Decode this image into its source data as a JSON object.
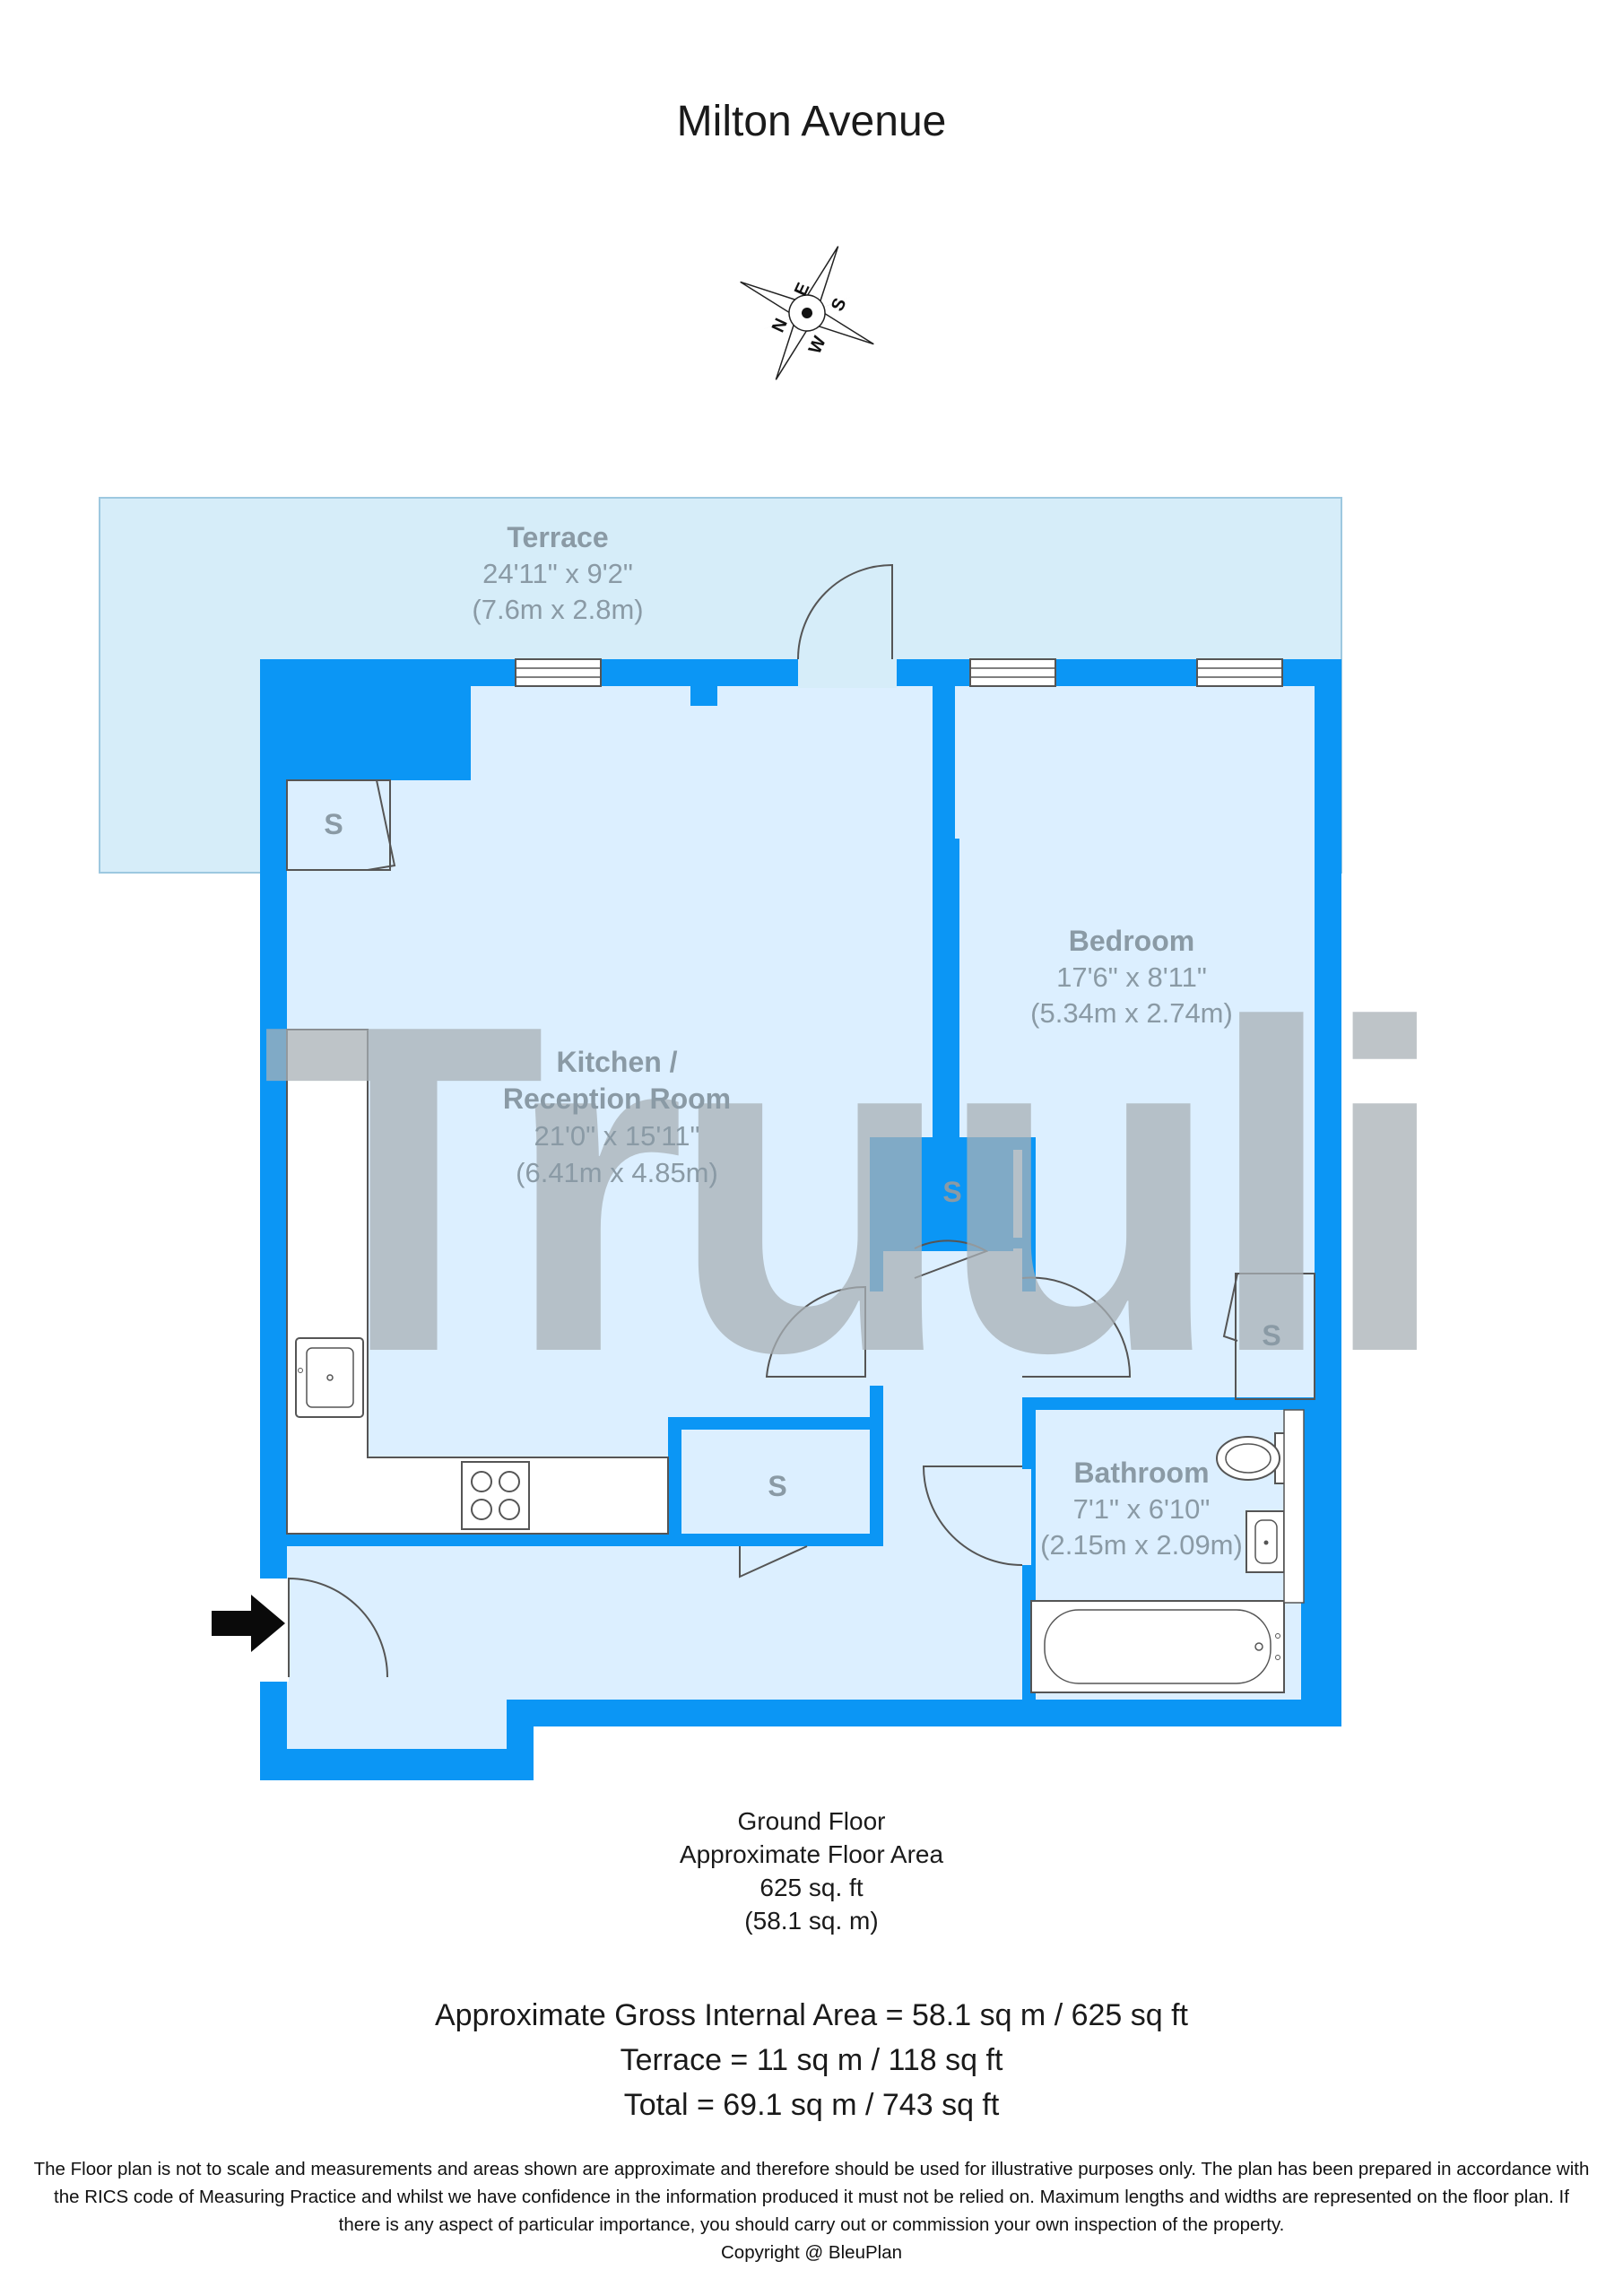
{
  "title": "Milton Avenue",
  "compass": {
    "letters": [
      "N",
      "E",
      "S",
      "W"
    ],
    "icon": "compass-rose-icon"
  },
  "watermark": {
    "text": "Truuli",
    "color": "#a8b0b6"
  },
  "colors": {
    "wall": "#0b96f5",
    "room_fill": "#dcefff",
    "terrace_fill": "#d6edf9",
    "label": "#8a9aa5"
  },
  "rooms": {
    "terrace": {
      "name": "Terrace",
      "imperial": "24'11\" x 9'2\"",
      "metric": "(7.6m x 2.8m)"
    },
    "kitchen": {
      "name_line1": "Kitchen /",
      "name_line2": "Reception Room",
      "imperial": "21'0\" x 15'11\"",
      "metric": "(6.41m x 4.85m)"
    },
    "bedroom": {
      "name": "Bedroom",
      "imperial": "17'6\" x 8'11\"",
      "metric": "(5.34m x 2.74m)"
    },
    "bathroom": {
      "name": "Bathroom",
      "imperial": "7'1\" x 6'10\"",
      "metric": "(2.15m x 2.09m)"
    }
  },
  "storage_label": "S",
  "floor": {
    "name": "Ground Floor",
    "area_label": "Approximate Floor Area",
    "sq_ft": "625 sq. ft",
    "sq_m": "(58.1 sq. m)"
  },
  "areas": {
    "gross": "Approximate Gross Internal Area = 58.1 sq m / 625 sq ft",
    "terrace": "Terrace = 11 sq m / 118 sq ft",
    "total": "Total = 69.1 sq m / 743 sq ft"
  },
  "disclaimer": {
    "line1": "The Floor plan is not to scale and measurements and areas shown are approximate and therefore should be used for illustrative purposes only. The plan has been prepared in accordance with",
    "line2": "the RICS code of Measuring Practice and whilst we have confidence in the information produced it must not be relied on. Maximum lengths and widths are represented on the floor plan. If",
    "line3": "there is any aspect of particular importance, you should carry out or commission your own inspection of the property.",
    "copyright": "Copyright @ BleuPlan"
  }
}
